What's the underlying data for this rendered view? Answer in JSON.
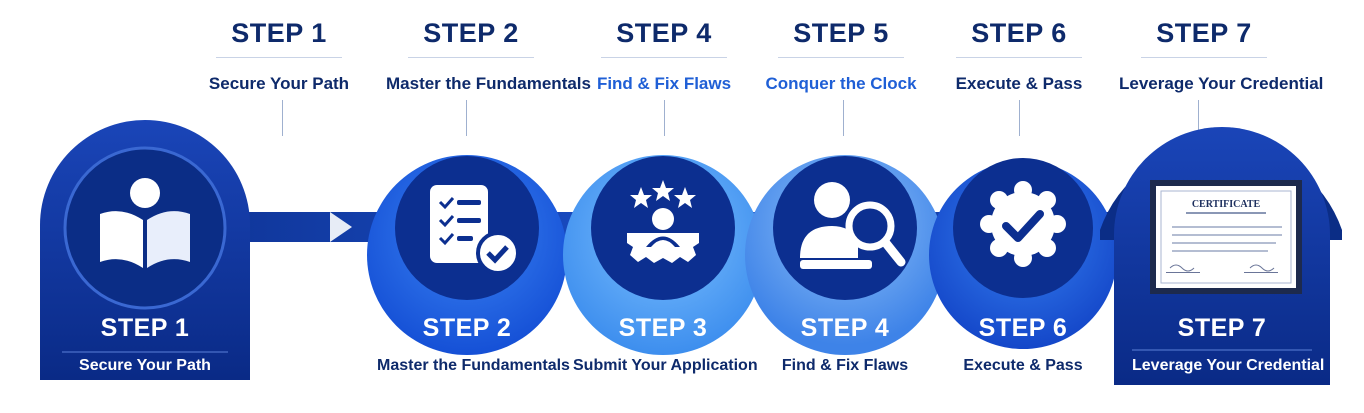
{
  "top_steps": [
    {
      "step": "STEP 1",
      "label": "Secure Your Path",
      "label_color": "#0e2a6b"
    },
    {
      "step": "STEP 2",
      "label": "Master the Fundamentals",
      "label_color": "#0e2a6b"
    },
    {
      "step": "STEP 4",
      "label": "Find & Fix Flaws",
      "label_color": "#1f5fd6"
    },
    {
      "step": "STEP 5",
      "label": "Conquer the Clock",
      "label_color": "#1f5fd6"
    },
    {
      "step": "STEP 6",
      "label": "Execute & Pass",
      "label_color": "#0e2a6b"
    },
    {
      "step": "STEP 7",
      "label": "Leverage Your Credential",
      "label_color": "#0e2a6b"
    }
  ],
  "bottom_steps": [
    {
      "step": "STEP 1",
      "label": "Secure Your Path",
      "icon": "book-reader-icon",
      "color": "#0d2f8c",
      "label_color": "#ffffff"
    },
    {
      "step": "STEP 2",
      "label": "Master the Fundamentals",
      "icon": "checklist-icon",
      "color": "#1e5fe0",
      "label_color": "#0e2a6b"
    },
    {
      "step": "STEP 3",
      "label": "Submit Your Application",
      "icon": "person-gear-stars-icon",
      "color": "#4a9af0",
      "label_color": "#0e2a6b"
    },
    {
      "step": "STEP 4",
      "label": "Find & Fix Flaws",
      "icon": "magnifier-person-icon",
      "color": "#3f86ea",
      "label_color": "#0e2a6b"
    },
    {
      "step": "STEP 6",
      "label": "Execute & Pass",
      "icon": "check-badge-icon",
      "color": "#1a55d8",
      "label_color": "#0e2a6b"
    },
    {
      "step": "STEP 7",
      "label": "Leverage Your Credential",
      "icon": "certificate-icon",
      "color": "#0d2f8c",
      "label_color": "#ffffff"
    }
  ],
  "certificate": {
    "title": "CERTIFICATE"
  }
}
